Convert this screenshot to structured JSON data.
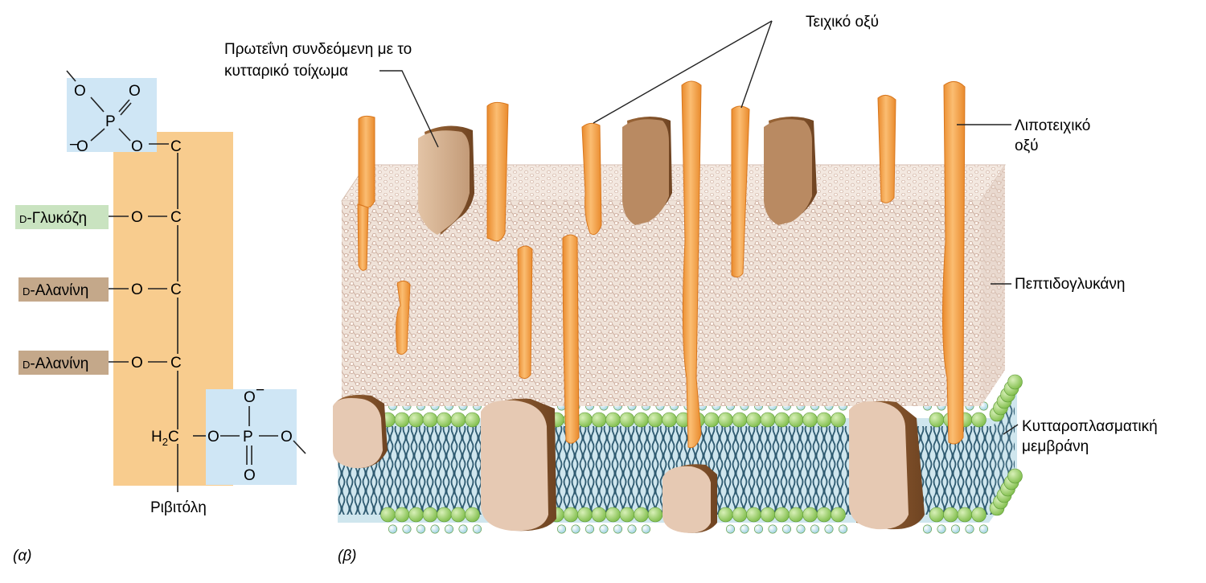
{
  "panel_a": {
    "panel_label": "(α)",
    "groups": {
      "glucose_prefix": "D",
      "glucose_name": "-Γλυκόζη",
      "alanine_prefix": "D",
      "alanine_name": "-Αλανίνη"
    },
    "atoms": {
      "oxygen": "O",
      "phosphorus": "P",
      "carbon": "C",
      "minus": "−",
      "h2c": "H",
      "h2c_sub": "2",
      "h2c_c": "C"
    },
    "ribitol_label": "Ριβιτόλη",
    "colors": {
      "ribitol": "#f8cc8e",
      "phosphate": "#cfe6f5",
      "glucose": "#c9e3c0",
      "alanine": "#c4a88a"
    }
  },
  "panel_b": {
    "panel_label": "(β)",
    "labels": {
      "wall_protein": [
        "Πρωτεΐνη συνδεόμενη με το",
        "κυτταρικό τοίχωμα"
      ],
      "teichoic_acid": "Τειχικό οξύ",
      "lipoteichoic_acid": [
        "Λιποτειχικό",
        "οξύ"
      ],
      "peptidoglycan": "Πεπτιδογλυκάνη",
      "membrane": [
        "Κυτταροπλασματική",
        "μεμβράνη"
      ]
    },
    "colors": {
      "teichoic": "#f5a24b",
      "protein": "#b07a4f",
      "head_group": "#8cc653",
      "tail": "#3f6f88",
      "peptidoglycan": "#e9d5c8"
    }
  }
}
